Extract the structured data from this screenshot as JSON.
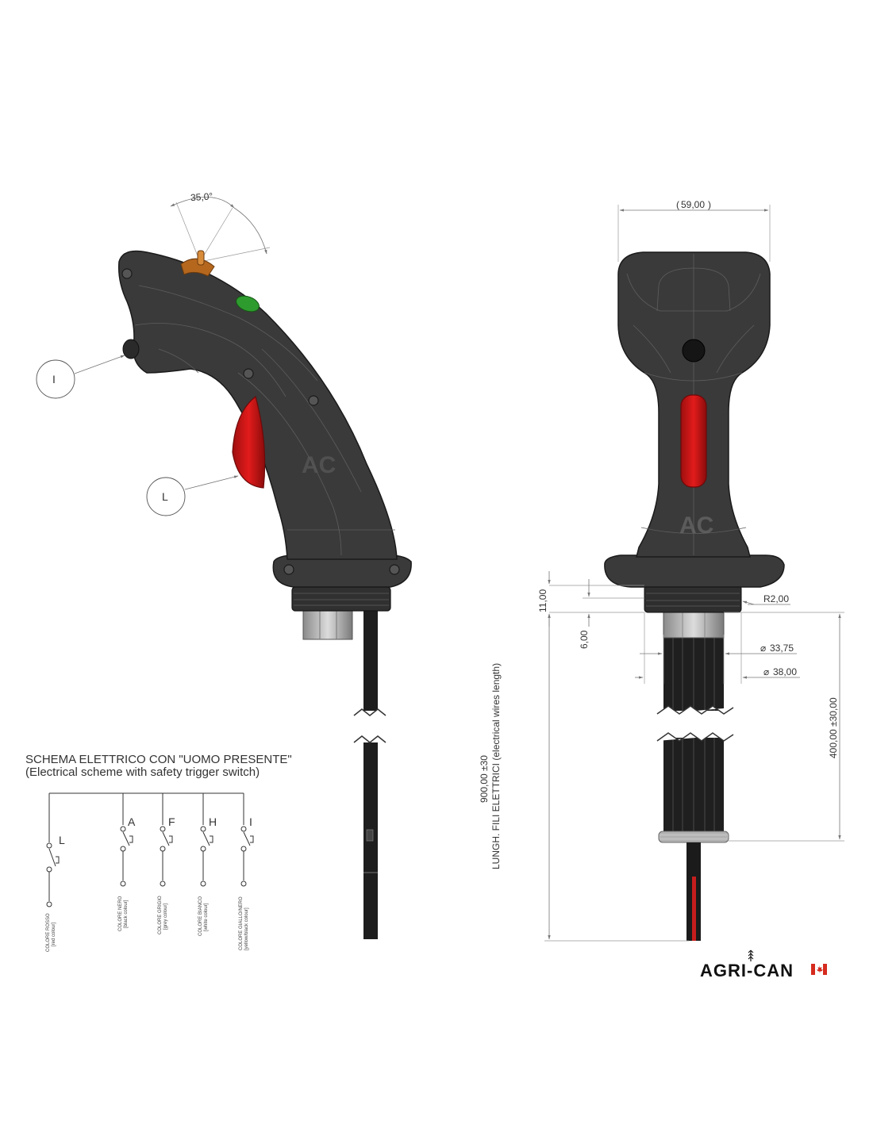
{
  "side_view": {
    "angle_dim": "35,0°",
    "callouts": [
      "I",
      "L"
    ],
    "watermark": "AC"
  },
  "front_view": {
    "width_dim": "59,00",
    "dim_11": "11,00",
    "dim_6": "6,00",
    "radius_dim": "R2,00",
    "dia1_dim": "33,75",
    "dia2_dim": "38,00",
    "length_cable_dim": "400,00 ±30,00",
    "length_total_dim": "900,00 ±30",
    "length_total_caption": "LUNGH. FILI ELETTRICI (electrical wires length)",
    "watermark": "AC"
  },
  "scheme": {
    "title_it": "SCHEMA ELETTRICO CON \"UOMO PRESENTE\"",
    "title_en": "(Electrical scheme with safety trigger switch)",
    "switches": [
      {
        "label": "L",
        "color_it": "COLORE ROSSO",
        "color_en": "[red colour]"
      },
      {
        "label": "A",
        "color_it": "COLORE NERO",
        "color_en": "[black colour]"
      },
      {
        "label": "F",
        "color_it": "COLORE GRIGIO",
        "color_en": "[grey colour]"
      },
      {
        "label": "H",
        "color_it": "COLORE BIANCO",
        "color_en": "[white colour]"
      },
      {
        "label": "I",
        "color_it": "COLORE GIALLO/NERO",
        "color_en": "[yellow/black colour]"
      }
    ]
  },
  "logo": {
    "text": "AGRI-CAN",
    "text_color": "#111111",
    "flag_color": "#d52b1e"
  }
}
